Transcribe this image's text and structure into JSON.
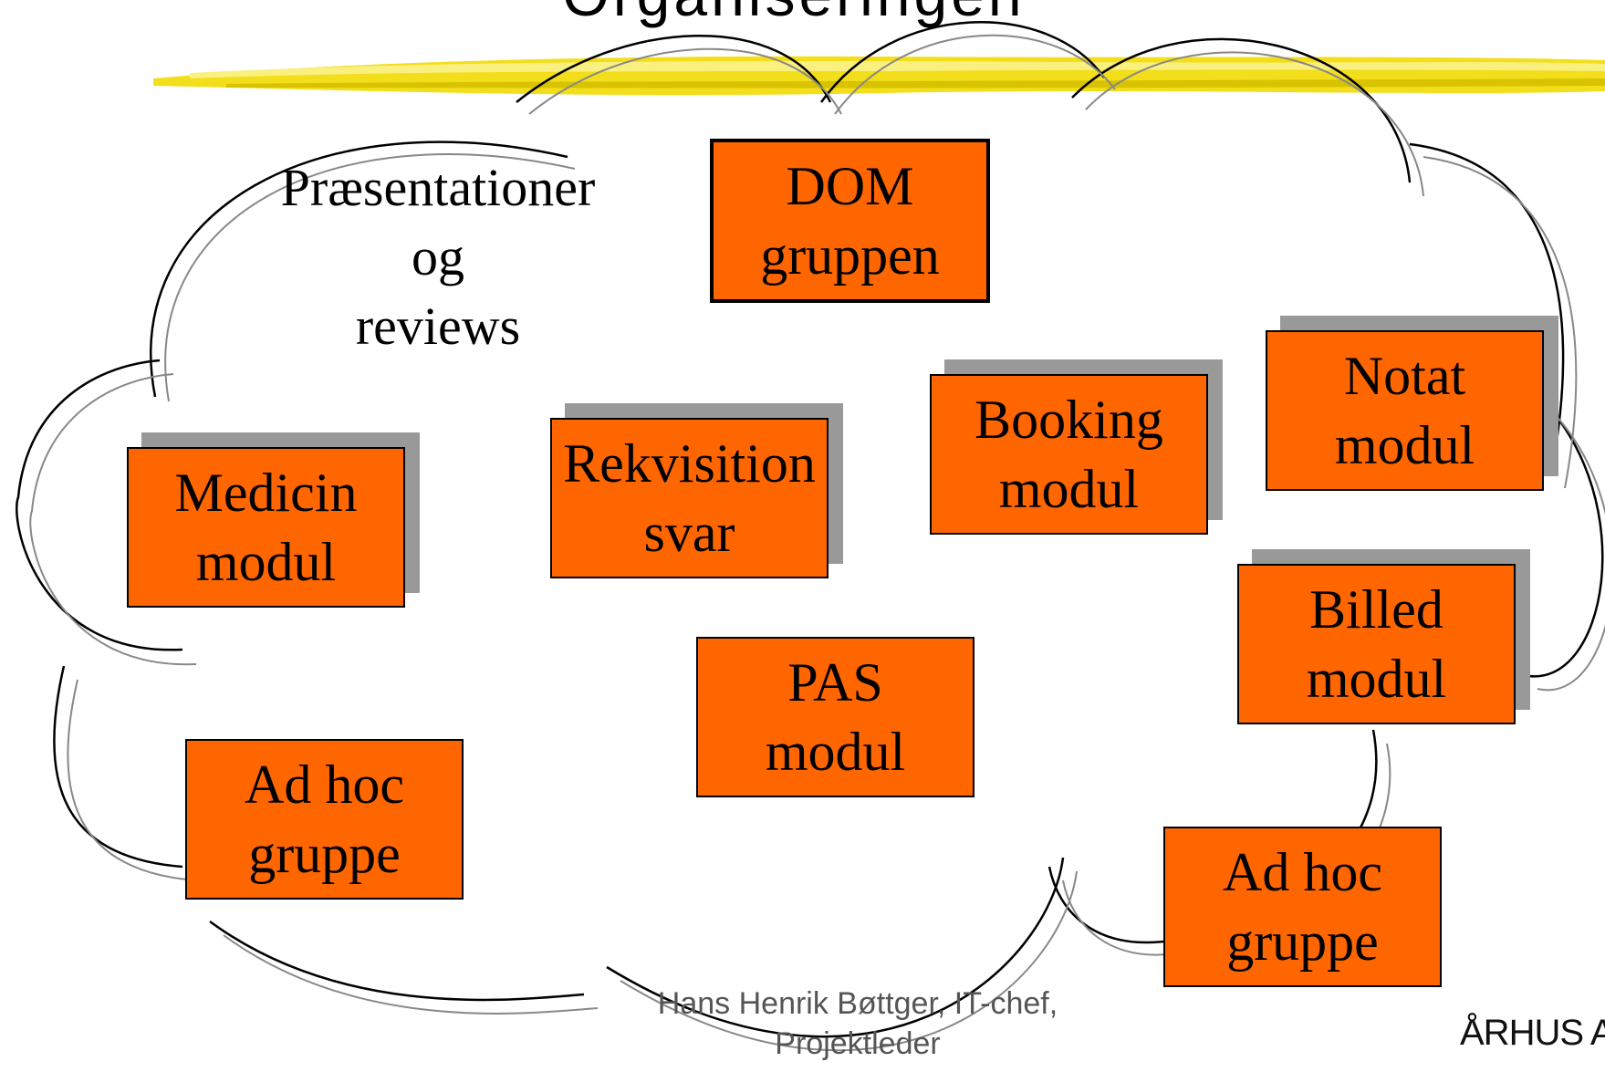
{
  "title": "Organiseringen",
  "notes": {
    "presentations": [
      "Præsentationer",
      "og",
      "reviews"
    ]
  },
  "boxes": {
    "dom": [
      "DOM",
      "gruppen"
    ],
    "medicin": [
      "Medicin",
      "modul"
    ],
    "rekvisition": [
      "Rekvisition",
      "svar"
    ],
    "booking": [
      "Booking",
      "modul"
    ],
    "notat": [
      "Notat",
      "modul"
    ],
    "billed": [
      "Billed",
      "modul"
    ],
    "pas": [
      "PAS",
      "modul"
    ],
    "adhoc_left": [
      "Ad hoc",
      "gruppe"
    ],
    "adhoc_right": [
      "Ad hoc",
      "gruppe"
    ]
  },
  "footer": {
    "line1": "Hans Henrik Bøttger, IT-chef,",
    "line2": "Projektleder"
  },
  "logo_text": "ÅRHUS AMT",
  "colors": {
    "box_fill": "#FF6600",
    "box_shadow": "#999999",
    "brush_stroke": "#F5E300"
  }
}
